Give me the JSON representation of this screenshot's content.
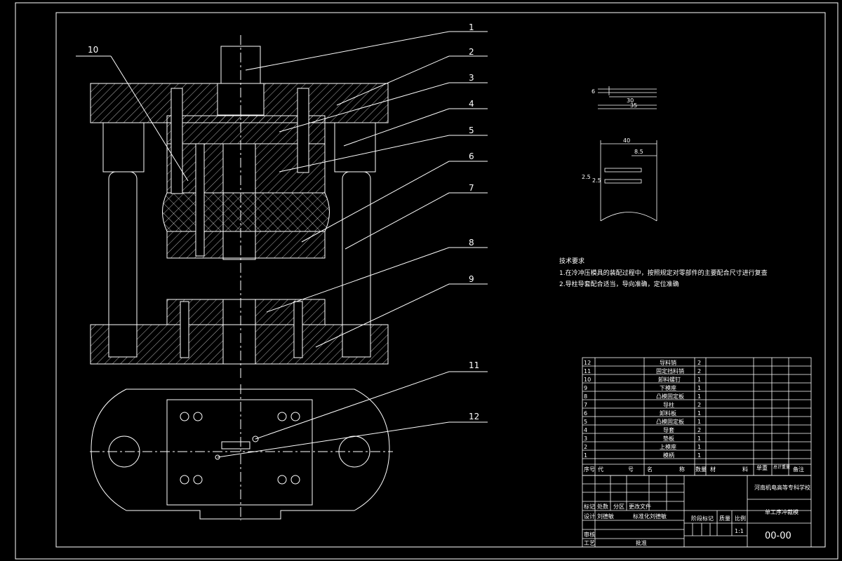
{
  "callouts": [
    "1",
    "2",
    "3",
    "4",
    "5",
    "6",
    "7",
    "8",
    "9",
    "10",
    "11",
    "12"
  ],
  "dims": {
    "d6": "6",
    "d30": "30",
    "d35": "35",
    "d40": "40",
    "d85": "8.5",
    "d25a": "2.5",
    "d25b": "2.5"
  },
  "notes": {
    "title": "技术要求",
    "line1": "1.在冷冲压模具的装配过程中，按照规定对零部件的主要配合尺寸进行复查",
    "line2": "2.导柱导套配合适当，导向准确，定位准确"
  },
  "bom": {
    "rows": [
      {
        "no": "12",
        "name": "导料销",
        "qty": "2"
      },
      {
        "no": "11",
        "name": "固定挡料销",
        "qty": "2"
      },
      {
        "no": "10",
        "name": "卸料螺钉",
        "qty": "1"
      },
      {
        "no": "9",
        "name": "下模座",
        "qty": "1"
      },
      {
        "no": "8",
        "name": "凸模固定板",
        "qty": "1"
      },
      {
        "no": "7",
        "name": "导柱",
        "qty": "2"
      },
      {
        "no": "6",
        "name": "卸料板",
        "qty": "1"
      },
      {
        "no": "5",
        "name": "凸模固定板",
        "qty": "1"
      },
      {
        "no": "4",
        "name": "导套",
        "qty": "2"
      },
      {
        "no": "3",
        "name": "垫板",
        "qty": "1"
      },
      {
        "no": "2",
        "name": "上模座",
        "qty": "1"
      },
      {
        "no": "1",
        "name": "模柄",
        "qty": "1"
      }
    ],
    "header": {
      "no": "序号",
      "code": "代",
      "code2": "号",
      "name": "名",
      "name2": "称",
      "qty": "数量",
      "mat": "材",
      "mat2": "料",
      "unitw": "单重",
      "totalw": "总计重量",
      "remark": "备注"
    }
  },
  "titleblock": {
    "school": "河南机电高等专科学校",
    "drawing": "单工序冲裁模",
    "number": "00-00",
    "scale_label": "比例",
    "scale": "1:1",
    "weight_label": "质量",
    "stage_label": "阶段标记",
    "mark": "标记",
    "count": "处数",
    "zone": "分区",
    "change": "更改文件",
    "design": "设计",
    "designer": "刘德敏",
    "std": "标准化",
    "stdname": "刘德敏",
    "review": "审核",
    "process": "工艺",
    "approve": "批准"
  }
}
